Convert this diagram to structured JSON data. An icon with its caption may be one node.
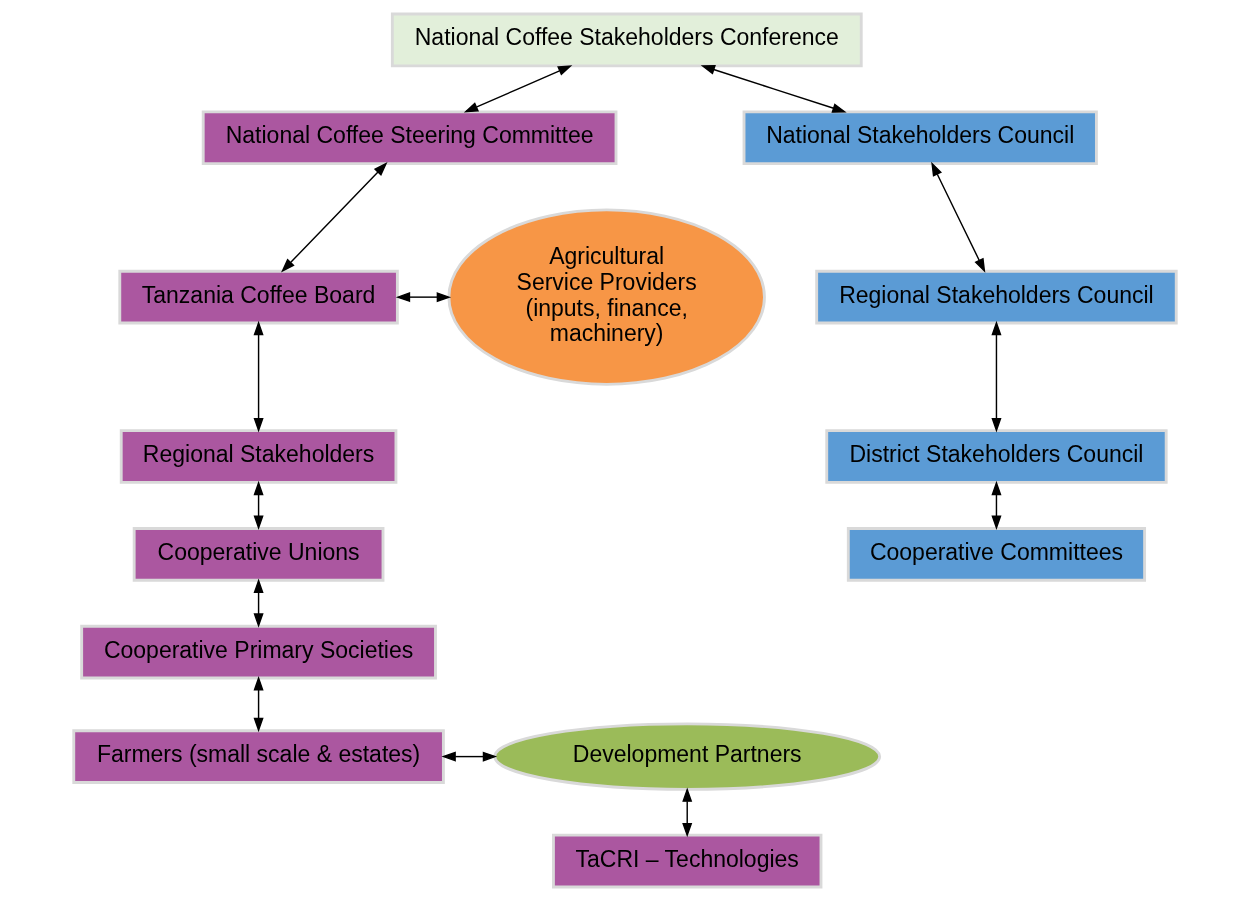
{
  "diagram": {
    "nodes": [
      {
        "text": [
          "National Coffee Stakeholders Conference"
        ]
      },
      {
        "text": [
          "National Coffee Steering Committee"
        ]
      },
      {
        "text": [
          "Tanzania Coffee Board"
        ]
      },
      {
        "text": [
          "Regional Stakeholders"
        ]
      },
      {
        "text": [
          "Cooperative Unions"
        ]
      },
      {
        "text": [
          "Cooperative Primary Societies"
        ]
      },
      {
        "text": [
          "Farmers (small scale & estates)"
        ]
      },
      {
        "text": [
          "Agricultural Service Providers (inputs, finance, machinery)"
        ]
      },
      {
        "text": [
          "Development Partners"
        ]
      },
      {
        "text": [
          "TaCRI – Technologies"
        ]
      },
      {
        "text": [
          "National Stakeholders Council"
        ]
      },
      {
        "text": [
          "Regional Stakeholders Council"
        ]
      },
      {
        "text": [
          "District Stakeholders Council"
        ]
      },
      {
        "text": [
          "Cooperative Committees"
        ]
      }
    ],
    "edges": [
      {
        "from": 0,
        "to": 1,
        "arrow": "both"
      },
      {
        "from": 0,
        "to": 10,
        "arrow": "both"
      },
      {
        "from": 1,
        "to": 2,
        "arrow": "both"
      },
      {
        "from": 2,
        "to": 3,
        "arrow": "both"
      },
      {
        "from": 3,
        "to": 4,
        "arrow": "both"
      },
      {
        "from": 4,
        "to": 5,
        "arrow": "both"
      },
      {
        "from": 5,
        "to": 6,
        "arrow": "both"
      },
      {
        "from": 2,
        "to": 7,
        "arrow": "both"
      },
      {
        "from": 6,
        "to": 8,
        "arrow": "both"
      },
      {
        "from": 8,
        "to": 9,
        "arrow": "both"
      },
      {
        "from": 10,
        "to": 11,
        "arrow": "both"
      },
      {
        "from": 11,
        "to": 12,
        "arrow": "both"
      },
      {
        "from": 12,
        "to": 13,
        "arrow": "both"
      }
    ]
  }
}
